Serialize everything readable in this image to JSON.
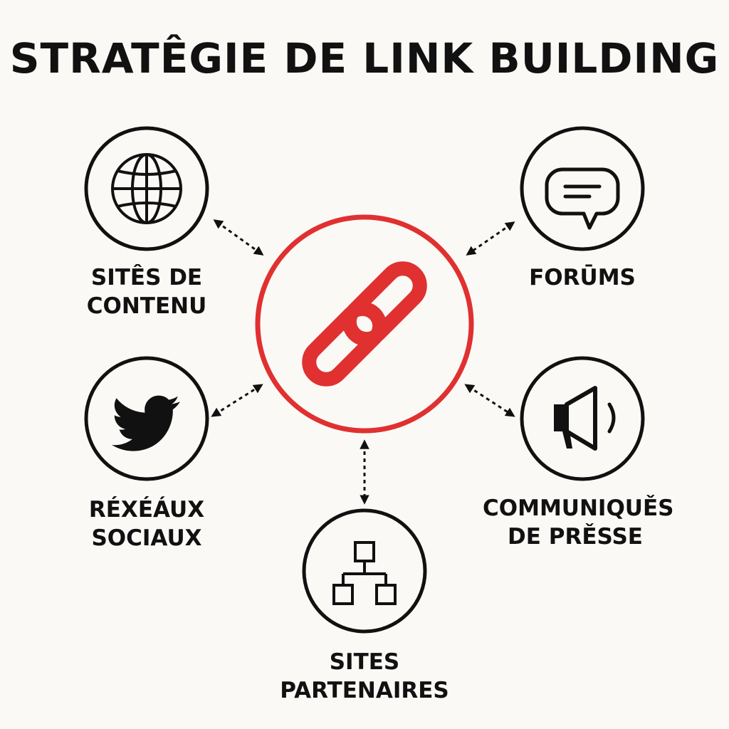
{
  "title": "STRATÊGIE DE LINK BUILDING",
  "center": {
    "icon": "chain-link-icon",
    "color": "#e03030"
  },
  "nodes": [
    {
      "id": "content-sites",
      "icon": "globe-icon",
      "label": "SITÊS DE\nCONTENU"
    },
    {
      "id": "forums",
      "icon": "speech-bubble-icon",
      "label": "FORŪMS"
    },
    {
      "id": "social",
      "icon": "twitter-bird-icon",
      "label": "RÉXÉÁUX\nSOCIAUX"
    },
    {
      "id": "press",
      "icon": "megaphone-icon",
      "label": "COMMUNIQUĚS\nDE PRĚSSE"
    },
    {
      "id": "partners",
      "icon": "sitemap-icon",
      "label": "SITES\nPARTENAIRES"
    }
  ],
  "colors": {
    "accent": "#e03030",
    "ink": "#111111",
    "background": "#fbf9f6"
  }
}
